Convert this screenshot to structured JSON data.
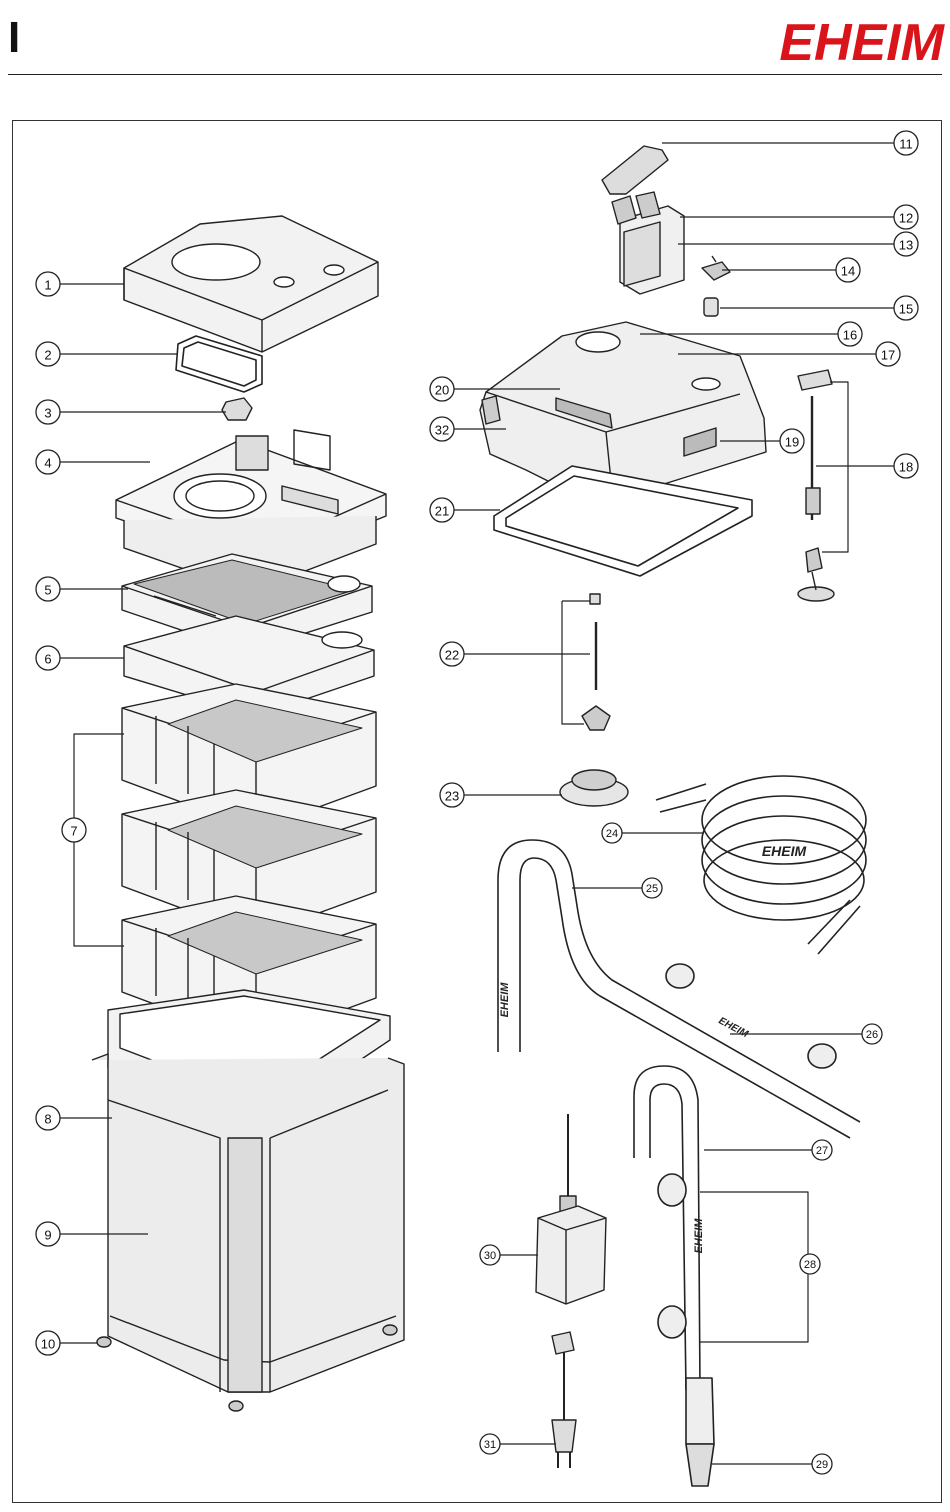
{
  "header": {
    "section_mark": "I",
    "brand": "EHEIM",
    "brand_color": "#d9141b"
  },
  "diagram": {
    "hose_text": "EHEIM",
    "callouts": [
      "1",
      "2",
      "3",
      "4",
      "5",
      "6",
      "7",
      "8",
      "9",
      "10",
      "11",
      "12",
      "13",
      "14",
      "15",
      "16",
      "17",
      "18",
      "19",
      "20",
      "21",
      "22",
      "23",
      "24",
      "25",
      "26",
      "27",
      "28",
      "29",
      "30",
      "31",
      "32"
    ]
  }
}
